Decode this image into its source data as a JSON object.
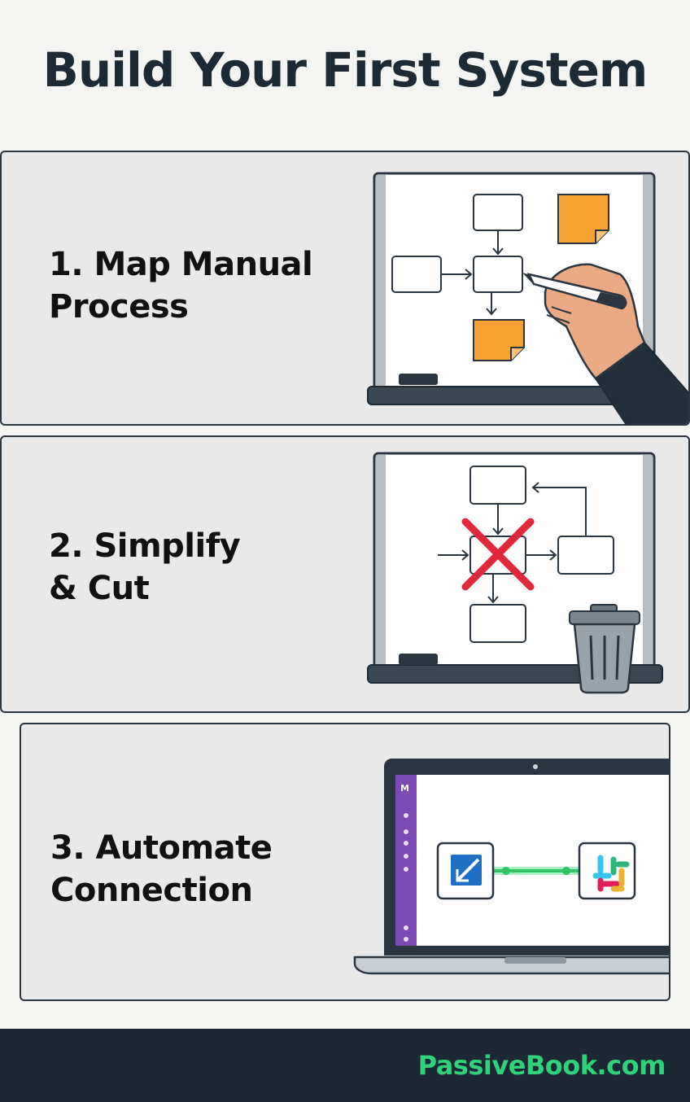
{
  "page": {
    "title": "Build Your First System"
  },
  "steps": [
    {
      "label": "1. Map Manual\nProcess"
    },
    {
      "label": "2. Simplify\n& Cut"
    },
    {
      "label": "3. Automate\nConnection"
    }
  ],
  "footer": {
    "brand": "PassiveBook.com"
  },
  "icons": [
    "whiteboard-flowchart-icon",
    "hand-marker-icon",
    "sticky-note-icon",
    "red-x-icon",
    "trash-can-icon",
    "laptop-icon",
    "app-a-icon",
    "slack-icon"
  ],
  "colors": {
    "title": "#1e2a33",
    "footer_bg": "#1c2833",
    "brand": "#2fd27a",
    "sticky_note": "#f6a332",
    "cross": "#e0283a",
    "sidebar": "#7d4ab5",
    "connector": "#3ee07a"
  }
}
